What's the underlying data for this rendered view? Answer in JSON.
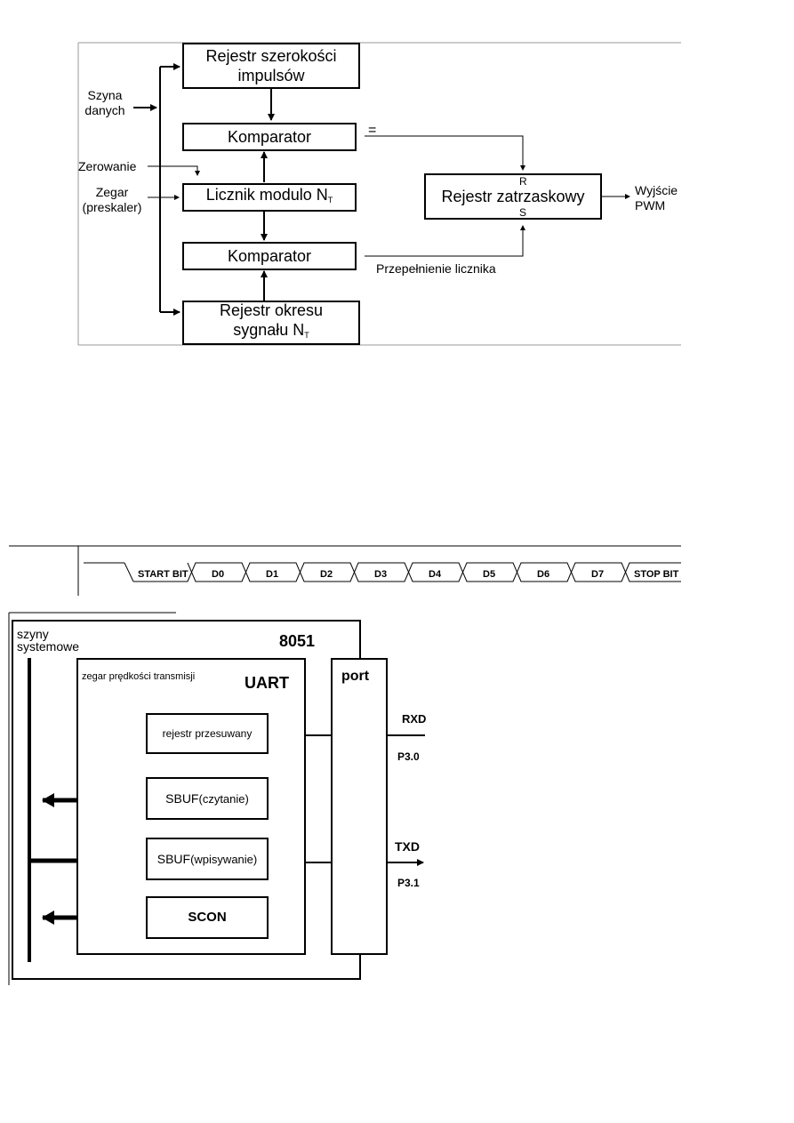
{
  "pwm": {
    "pulse_width_register": [
      "Rejestr szerokości",
      "impulsów"
    ],
    "comparator_top": "Komparator",
    "counter": "Licznik modulo N",
    "counter_sub": "T",
    "comparator_bottom": "Komparator",
    "period_register": [
      "Rejestr okresu",
      "sygnału N"
    ],
    "period_sub": "T",
    "latch": "Rejestr zatrzaskowy",
    "latch_r": "R",
    "latch_s": "S",
    "data_bus": [
      "Szyna",
      "danych"
    ],
    "reset": "Zerowanie",
    "clock": [
      "Zegar",
      "(preskaler)"
    ],
    "equal": "=",
    "overflow": "Przepełnienie licznika",
    "output": [
      "Wyjście",
      "PWM"
    ]
  },
  "timing": {
    "labels": [
      "START BIT",
      "D0",
      "D1",
      "D2",
      "D3",
      "D4",
      "D5",
      "D6",
      "D7",
      "STOP BIT"
    ]
  },
  "uart": {
    "buses": [
      "szyny",
      "systemowe"
    ],
    "chip": "8051",
    "baud_clock": "zegar prędkości transmisji",
    "uart": "UART",
    "port": "port",
    "shift_register": "rejestr przesuwany",
    "sbuf_read_main": "SBUF",
    "sbuf_read_paren": "(czytanie)",
    "sbuf_write_main": "SBUF",
    "sbuf_write_paren": "(wpisywanie)",
    "scon": "SCON",
    "rxd": "RXD",
    "p30": "P3.0",
    "txd": "TXD",
    "p31": "P3.1"
  }
}
